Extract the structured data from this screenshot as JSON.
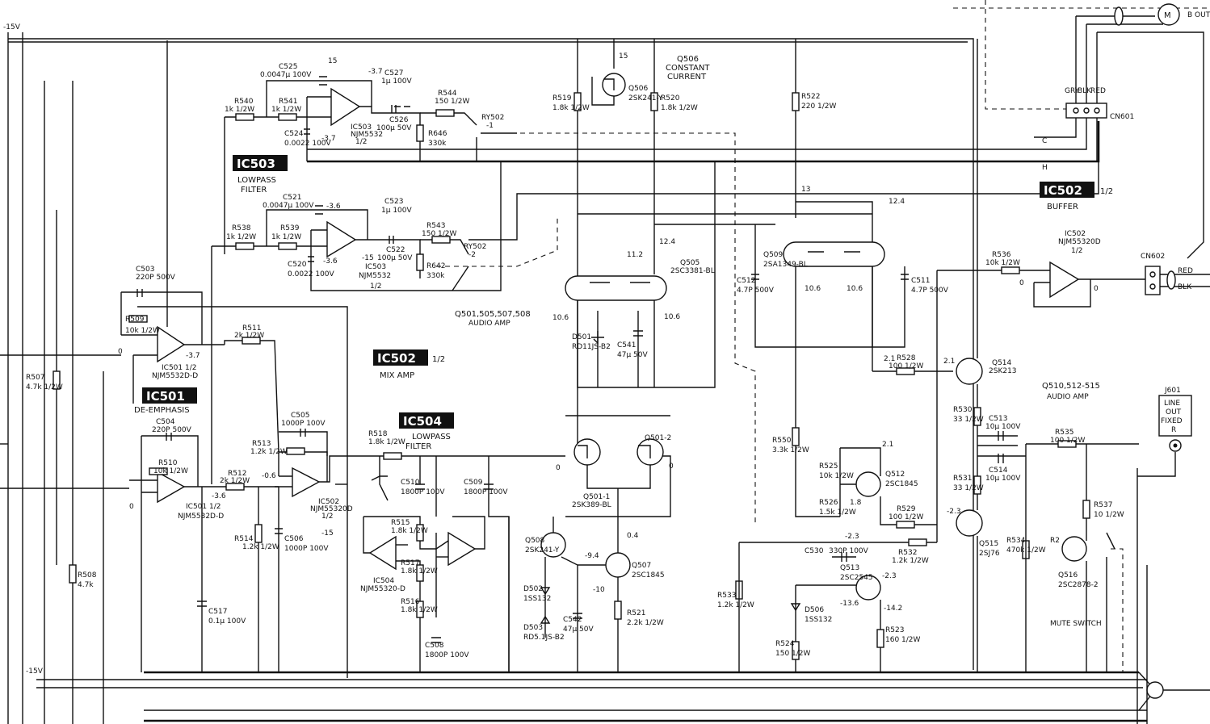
{
  "rails": {
    "neg15_top": "-15V",
    "neg15_bottom": "-15V"
  },
  "blocks": {
    "ic503": {
      "name": "IC503",
      "desc1": "LOWPASS",
      "desc2": "FILTER"
    },
    "ic501": {
      "name": "IC501",
      "desc1": "DE-EMPHASIS"
    },
    "ic502_mix": {
      "name": "IC502",
      "half": "1/2",
      "desc1": "MIX AMP"
    },
    "ic504": {
      "name": "IC504",
      "desc1": "LOWPASS",
      "desc2": "FILTER"
    },
    "ic502_buf": {
      "name": "IC502",
      "half": "1/2",
      "desc1": "BUFFER"
    }
  },
  "opamps": [
    {
      "ref": "IC503",
      "part": "NJM5532",
      "half": "1/2"
    },
    {
      "ref": "IC503",
      "part": "NJM5532",
      "half": "1/2"
    },
    {
      "ref": "IC501 1/2",
      "part": "NJM5532D-D"
    },
    {
      "ref": "IC501 1/2",
      "part": "NJM5532D-D"
    },
    {
      "ref": "IC502",
      "part": "NJM55320D",
      "half": "1/2"
    },
    {
      "ref": "IC504",
      "part": "NJM55320-D"
    },
    {
      "ref": "IC502",
      "part": "NJM55320D",
      "half": "1/2"
    }
  ],
  "resistors": [
    {
      "ref": "R540",
      "val": "1k 1/2W"
    },
    {
      "ref": "R541",
      "val": "1k 1/2W"
    },
    {
      "ref": "R544",
      "val": "150 1/2W"
    },
    {
      "ref": "R646",
      "val": "330k"
    },
    {
      "ref": "R538",
      "val": "1k 1/2W"
    },
    {
      "ref": "R539",
      "val": "1k 1/2W"
    },
    {
      "ref": "R543",
      "val": "150 1/2W"
    },
    {
      "ref": "R642",
      "val": "330k"
    },
    {
      "ref": "R509",
      "val": "10k 1/2W"
    },
    {
      "ref": "R511",
      "val": "2k 1/2W"
    },
    {
      "ref": "R510",
      "val": "10k 1/2W"
    },
    {
      "ref": "R512",
      "val": "2k 1/2W"
    },
    {
      "ref": "R513",
      "val": "1.2k 1/2W"
    },
    {
      "ref": "R514",
      "val": "1.2k 1/2W"
    },
    {
      "ref": "R507",
      "val": "4.7k 1/2W"
    },
    {
      "ref": "R508",
      "val": "4.7k"
    },
    {
      "ref": "R518",
      "val": "1.8k 1/2W"
    },
    {
      "ref": "R515",
      "val": "1.8k 1/2W"
    },
    {
      "ref": "R517",
      "val": "1.8k 1/2W"
    },
    {
      "ref": "R516",
      "val": "1.8k 1/2W"
    },
    {
      "ref": "R519",
      "val": "1.8k 1/2W"
    },
    {
      "ref": "R520",
      "val": "1.8k 1/2W"
    },
    {
      "ref": "R521",
      "val": "2.2k 1/2W"
    },
    {
      "ref": "R522",
      "val": "220 1/2W"
    },
    {
      "ref": "R528",
      "val": "100 1/2W"
    },
    {
      "ref": "R529",
      "val": "100 1/2W"
    },
    {
      "ref": "R525",
      "val": "10k 1/2W"
    },
    {
      "ref": "R526",
      "val": "1.5k 1/2W"
    },
    {
      "ref": "R532",
      "val": "1.2k 1/2W"
    },
    {
      "ref": "R533",
      "val": "1.2k 1/2W"
    },
    {
      "ref": "R530",
      "val": "33 1/2W"
    },
    {
      "ref": "R531",
      "val": "33 1/2W"
    },
    {
      "ref": "R523",
      "val": "160 1/2W"
    },
    {
      "ref": "R524",
      "val": "150 1/2W"
    },
    {
      "ref": "R550",
      "val": "3.3k 1/2W"
    },
    {
      "ref": "R536",
      "val": "10k 1/2W"
    },
    {
      "ref": "R535",
      "val": "100 1/2W"
    },
    {
      "ref": "R534",
      "val": "470k 1/2W"
    },
    {
      "ref": "R537",
      "val": "10 1/2W"
    }
  ],
  "capacitors": [
    {
      "ref": "C525",
      "val": "0.0047μ 100V"
    },
    {
      "ref": "C527",
      "val": "1μ 100V"
    },
    {
      "ref": "C526",
      "val": "100μ 50V"
    },
    {
      "ref": "C524",
      "val": "0.0022 100V"
    },
    {
      "ref": "C521",
      "val": "0.0047μ 100V"
    },
    {
      "ref": "C523",
      "val": "1μ 100V"
    },
    {
      "ref": "C522",
      "val": "100μ 50V"
    },
    {
      "ref": "C520",
      "val": "0.0022 100V"
    },
    {
      "ref": "C503",
      "val": "220P 500V"
    },
    {
      "ref": "C504",
      "val": "220P 500V"
    },
    {
      "ref": "C505",
      "val": "1000P 100V"
    },
    {
      "ref": "C506",
      "val": "1000P 100V"
    },
    {
      "ref": "C517",
      "val": "0.1μ 100V"
    },
    {
      "ref": "C510",
      "val": "1800P 100V"
    },
    {
      "ref": "C509",
      "val": "1800P 100V"
    },
    {
      "ref": "C508",
      "val": "1800P 100V"
    },
    {
      "ref": "C541",
      "val": "47μ 50V"
    },
    {
      "ref": "C542",
      "val": "47μ 50V"
    },
    {
      "ref": "C512",
      "val": "4.7P 500V"
    },
    {
      "ref": "C511",
      "val": "4.7P 500V"
    },
    {
      "ref": "C530",
      "val": "330P 100V"
    },
    {
      "ref": "C513",
      "val": "10μ 100V"
    },
    {
      "ref": "C514",
      "val": "10μ 100V"
    }
  ],
  "transistors": [
    {
      "ref": "Q506",
      "part": "2SK241-Y"
    },
    {
      "ref": "Q505",
      "part": "2SC3381-BL"
    },
    {
      "ref": "Q509",
      "part": "2SA1349-BL"
    },
    {
      "ref": "Q501-1",
      "part": "2SK389-BL"
    },
    {
      "ref": "Q501-2",
      "part": ""
    },
    {
      "ref": "Q508",
      "part": "2SK241-Y"
    },
    {
      "ref": "Q507",
      "part": "2SC1845"
    },
    {
      "ref": "Q512",
      "part": "2SC1845"
    },
    {
      "ref": "Q513",
      "part": "2SC2545"
    },
    {
      "ref": "Q514",
      "part": "2SK213"
    },
    {
      "ref": "Q515",
      "part": "2SJ76"
    },
    {
      "ref": "Q516",
      "part": "2SC2878-2"
    }
  ],
  "diodes": [
    {
      "ref": "D501",
      "part": "RD11JS-B2"
    },
    {
      "ref": "D502",
      "part": "1SS132"
    },
    {
      "ref": "D503",
      "part": "RD5.1JS-B2"
    },
    {
      "ref": "D506",
      "part": "1SS132"
    }
  ],
  "relays": [
    {
      "ref": "RY502",
      "pole": "-1"
    },
    {
      "ref": "RY502",
      "pole": "-2"
    }
  ],
  "labels": {
    "q506_title1": "Q506",
    "q506_title2": "CONSTANT",
    "q506_title3": "CURRENT",
    "audio_amp1": "Q501,505,507,508",
    "audio_amp1_sub": "AUDIO AMP",
    "audio_amp2": "Q510,512-515",
    "audio_amp2_sub": "AUDIO AMP",
    "q516_sub": "MUTE SWITCH",
    "r2_label": "R2",
    "line_c": "C",
    "line_h": "H",
    "cn601": "CN601",
    "cn602": "CN602",
    "cn601_pins": [
      "GRY",
      "BLK",
      "RED"
    ],
    "cn602_red": "RED",
    "cn602_blk": "BLK",
    "b_out": "B OUT",
    "motor_symbol": "M",
    "j601": "J601",
    "j601_box": [
      "LINE",
      "OUT",
      "FIXED",
      "R"
    ]
  },
  "voltages": {
    "ic503a_top": "15",
    "ic503a_neg": "-3.7",
    "ic503a_out": "-3.7",
    "ic503b_top": "-3.6",
    "ic503b_neg": "-3.6",
    "ic503b_out": "-15",
    "ic501a": "-3.7",
    "ic501b": "-3.6",
    "mix_out": "-0.6",
    "mix_neg": "-15",
    "q506_top": "15",
    "q505_11": "11.2",
    "q505_12": "12.4",
    "q501_a": "10.6",
    "q501_b": "10.6",
    "q509_13": "13",
    "q509_12": "12.4",
    "q509_a": "10.6",
    "q509_b": "10.6",
    "q514_21": "2.1",
    "q514_b": "2.1",
    "q512": "2.1",
    "q512_b": "1.8",
    "q515": "-2.3",
    "q515_b": "-2.3",
    "q513": "-2.3",
    "q513_b": "-13.6",
    "q513_c": "-14.2",
    "q507_a": "0.4",
    "q507_b": "-9.4",
    "q507_c": "-10",
    "buf_out": "0",
    "zero": "0"
  }
}
